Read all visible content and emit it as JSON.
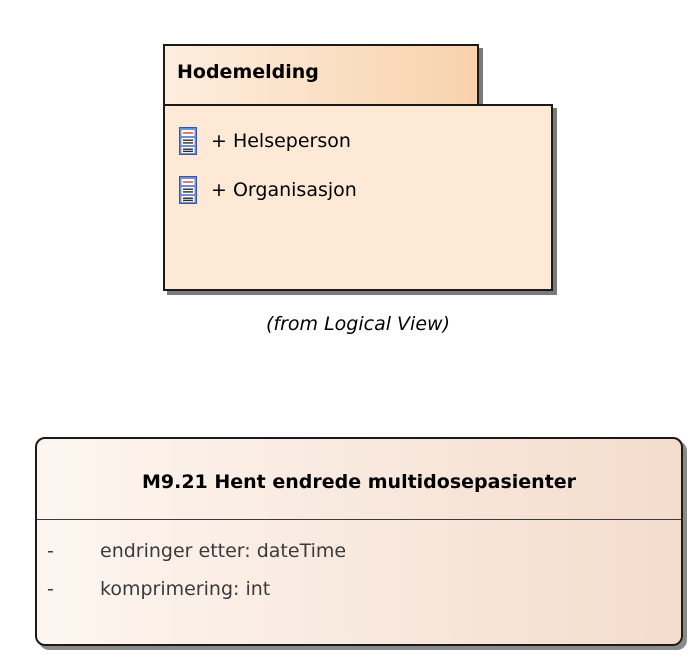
{
  "package": {
    "name": "Hodemelding",
    "items": [
      {
        "label": "+ Helseperson",
        "icon": "class-element-icon"
      },
      {
        "label": "+ Organisasjon",
        "icon": "class-element-icon"
      }
    ],
    "from_note": "(from Logical View)",
    "colors": {
      "fill": "#fde9d6",
      "tab_gradient_start": "#fdeede",
      "tab_gradient_end": "#f8d2ac",
      "border": "#1a1a1a"
    }
  },
  "class": {
    "title": "M9.21 Hent endrede multidosepasienter",
    "attributes": [
      {
        "visibility": "-",
        "text": "endringer etter: dateTime"
      },
      {
        "visibility": "-",
        "text": "komprimering: int"
      }
    ],
    "colors": {
      "gradient_start": "#fdf6f0",
      "gradient_end": "#f4dccd",
      "attribute_text": "#3a3a3a"
    }
  }
}
